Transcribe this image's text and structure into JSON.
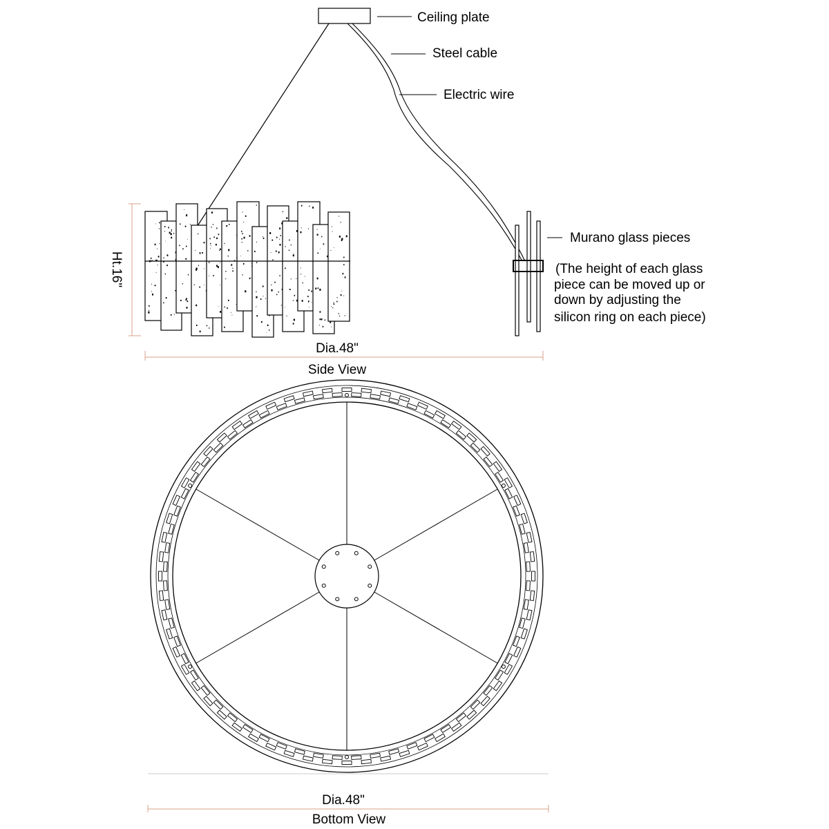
{
  "side_view": {
    "ceiling_plate_label": "Ceiling plate",
    "steel_cable_label": "Steel cable",
    "electric_wire_label": "Electric wire",
    "murano_label": "Murano glass pieces",
    "note_lines": [
      "(The height of each glass",
      "piece can be moved up or",
      "down by adjusting the",
      "silicon ring on each piece)"
    ],
    "height_label": "Ht.16\"",
    "diameter_label": "Dia.48\"",
    "view_title": "Side View"
  },
  "bottom_view": {
    "diameter_label": "Dia.48\"",
    "view_title": "Bottom View"
  },
  "colors": {
    "line": "#000000",
    "dimension": "#d9a08a"
  }
}
